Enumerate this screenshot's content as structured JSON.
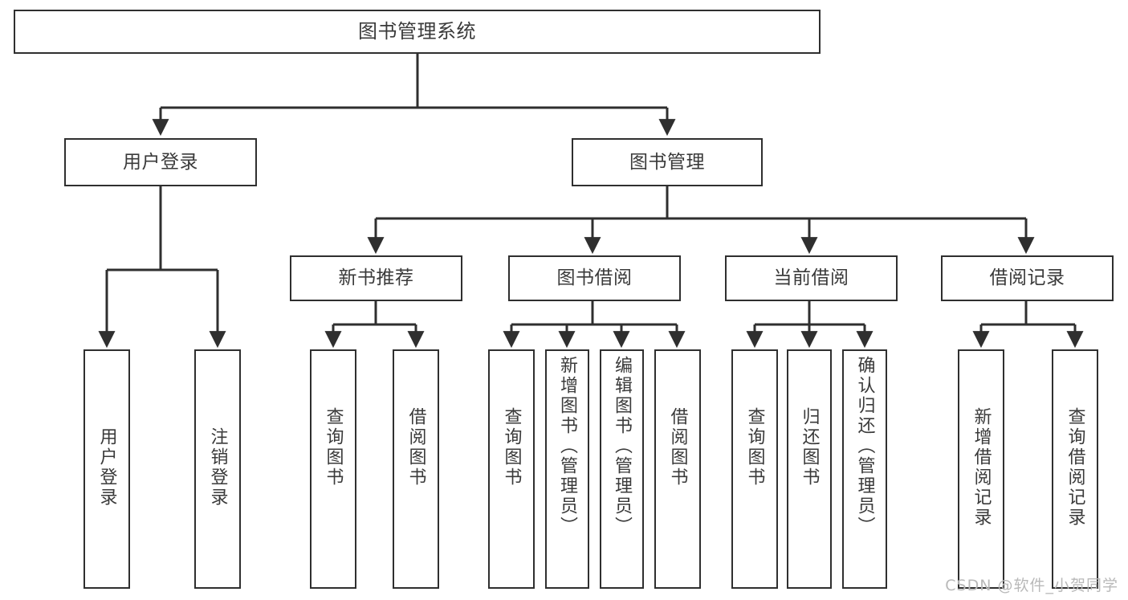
{
  "diagram": {
    "title": "图书管理系统",
    "type": "tree",
    "watermark": "CSDN @软件_小贺同学",
    "colors": {
      "background": "#ffffff",
      "box_border": "#2f2f2f",
      "box_fill": "#ffffff",
      "text": "#3a3a3a",
      "connector": "#2f2f2f",
      "watermark": "#b9b9b9"
    },
    "root": {
      "label": "图书管理系统"
    },
    "level2": [
      {
        "label": "用户登录"
      },
      {
        "label": "图书管理"
      }
    ],
    "level3": [
      {
        "label": "新书推荐"
      },
      {
        "label": "图书借阅"
      },
      {
        "label": "当前借阅"
      },
      {
        "label": "借阅记录"
      }
    ],
    "leaves": [
      {
        "label": "用户登录",
        "parent": "用户登录"
      },
      {
        "label": "注销登录",
        "parent": "用户登录"
      },
      {
        "label": "查询图书",
        "parent": "新书推荐"
      },
      {
        "label": "借阅图书",
        "parent": "新书推荐"
      },
      {
        "label": "查询图书",
        "parent": "图书借阅"
      },
      {
        "label": "新增图书（管理员）",
        "parent": "图书借阅"
      },
      {
        "label": "编辑图书（管理员）",
        "parent": "图书借阅"
      },
      {
        "label": "借阅图书",
        "parent": "图书借阅"
      },
      {
        "label": "查询图书",
        "parent": "当前借阅"
      },
      {
        "label": "归还图书",
        "parent": "当前借阅"
      },
      {
        "label": "确认归还（管理员）",
        "parent": "当前借阅"
      },
      {
        "label": "新增借阅记录",
        "parent": "借阅记录"
      },
      {
        "label": "查询借阅记录",
        "parent": "借阅记录"
      }
    ]
  }
}
